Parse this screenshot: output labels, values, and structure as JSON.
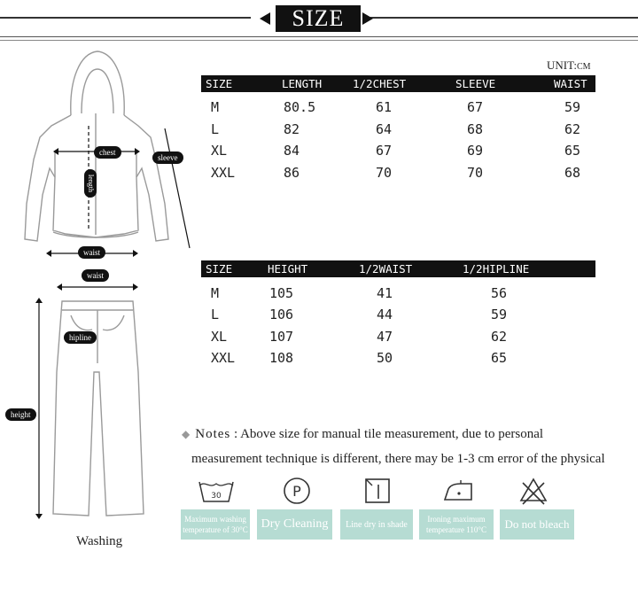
{
  "header": {
    "title": "SIZE"
  },
  "unit_label": "UNIT:",
  "unit_value": "CM",
  "jacket_table": {
    "headers": [
      "SIZE",
      "LENGTH",
      "1/2CHEST",
      "SLEEVE",
      "WAIST"
    ],
    "rows": [
      [
        "M",
        "80.5",
        "61",
        "67",
        "59"
      ],
      [
        "L",
        "82",
        "64",
        "68",
        "62"
      ],
      [
        "XL",
        "84",
        "67",
        "69",
        "65"
      ],
      [
        "XXL",
        "86",
        "70",
        "70",
        "68"
      ]
    ]
  },
  "pants_table": {
    "headers": [
      "SIZE",
      "HEIGHT",
      "1/2WAIST",
      "1/2HIPLINE"
    ],
    "rows": [
      [
        "M",
        "105",
        "41",
        "56"
      ],
      [
        "L",
        "106",
        "44",
        "59"
      ],
      [
        "XL",
        "107",
        "47",
        "62"
      ],
      [
        "XXL",
        "108",
        "50",
        "65"
      ]
    ]
  },
  "diagram_labels": {
    "chest": "chest",
    "sleeve": "sleeve",
    "length": "length",
    "waist_jacket": "waist",
    "waist_pants": "waist",
    "hipline": "hipline",
    "height": "height"
  },
  "notes": {
    "label": "Notes",
    "line1": ": Above size for manual tile measurement, due to personal",
    "line2": "measurement technique is different, there may be 1-3 cm error of the physical"
  },
  "washing_label": "Washing",
  "care": [
    {
      "icon": "wash-30-icon",
      "icon_text": "30",
      "line1": "Maximum washing",
      "line2": "temperature of 30°C"
    },
    {
      "icon": "dry-clean-p-icon",
      "icon_text": "P",
      "line1": "Dry Cleaning",
      "line2": ""
    },
    {
      "icon": "line-dry-shade-icon",
      "icon_text": "",
      "line1": "Line dry in shade",
      "line2": ""
    },
    {
      "icon": "iron-110-icon",
      "icon_text": "",
      "line1": "Ironing maximum",
      "line2": "temperature 110°C"
    },
    {
      "icon": "no-bleach-icon",
      "icon_text": "",
      "line1": "Do not bleach",
      "line2": ""
    }
  ]
}
